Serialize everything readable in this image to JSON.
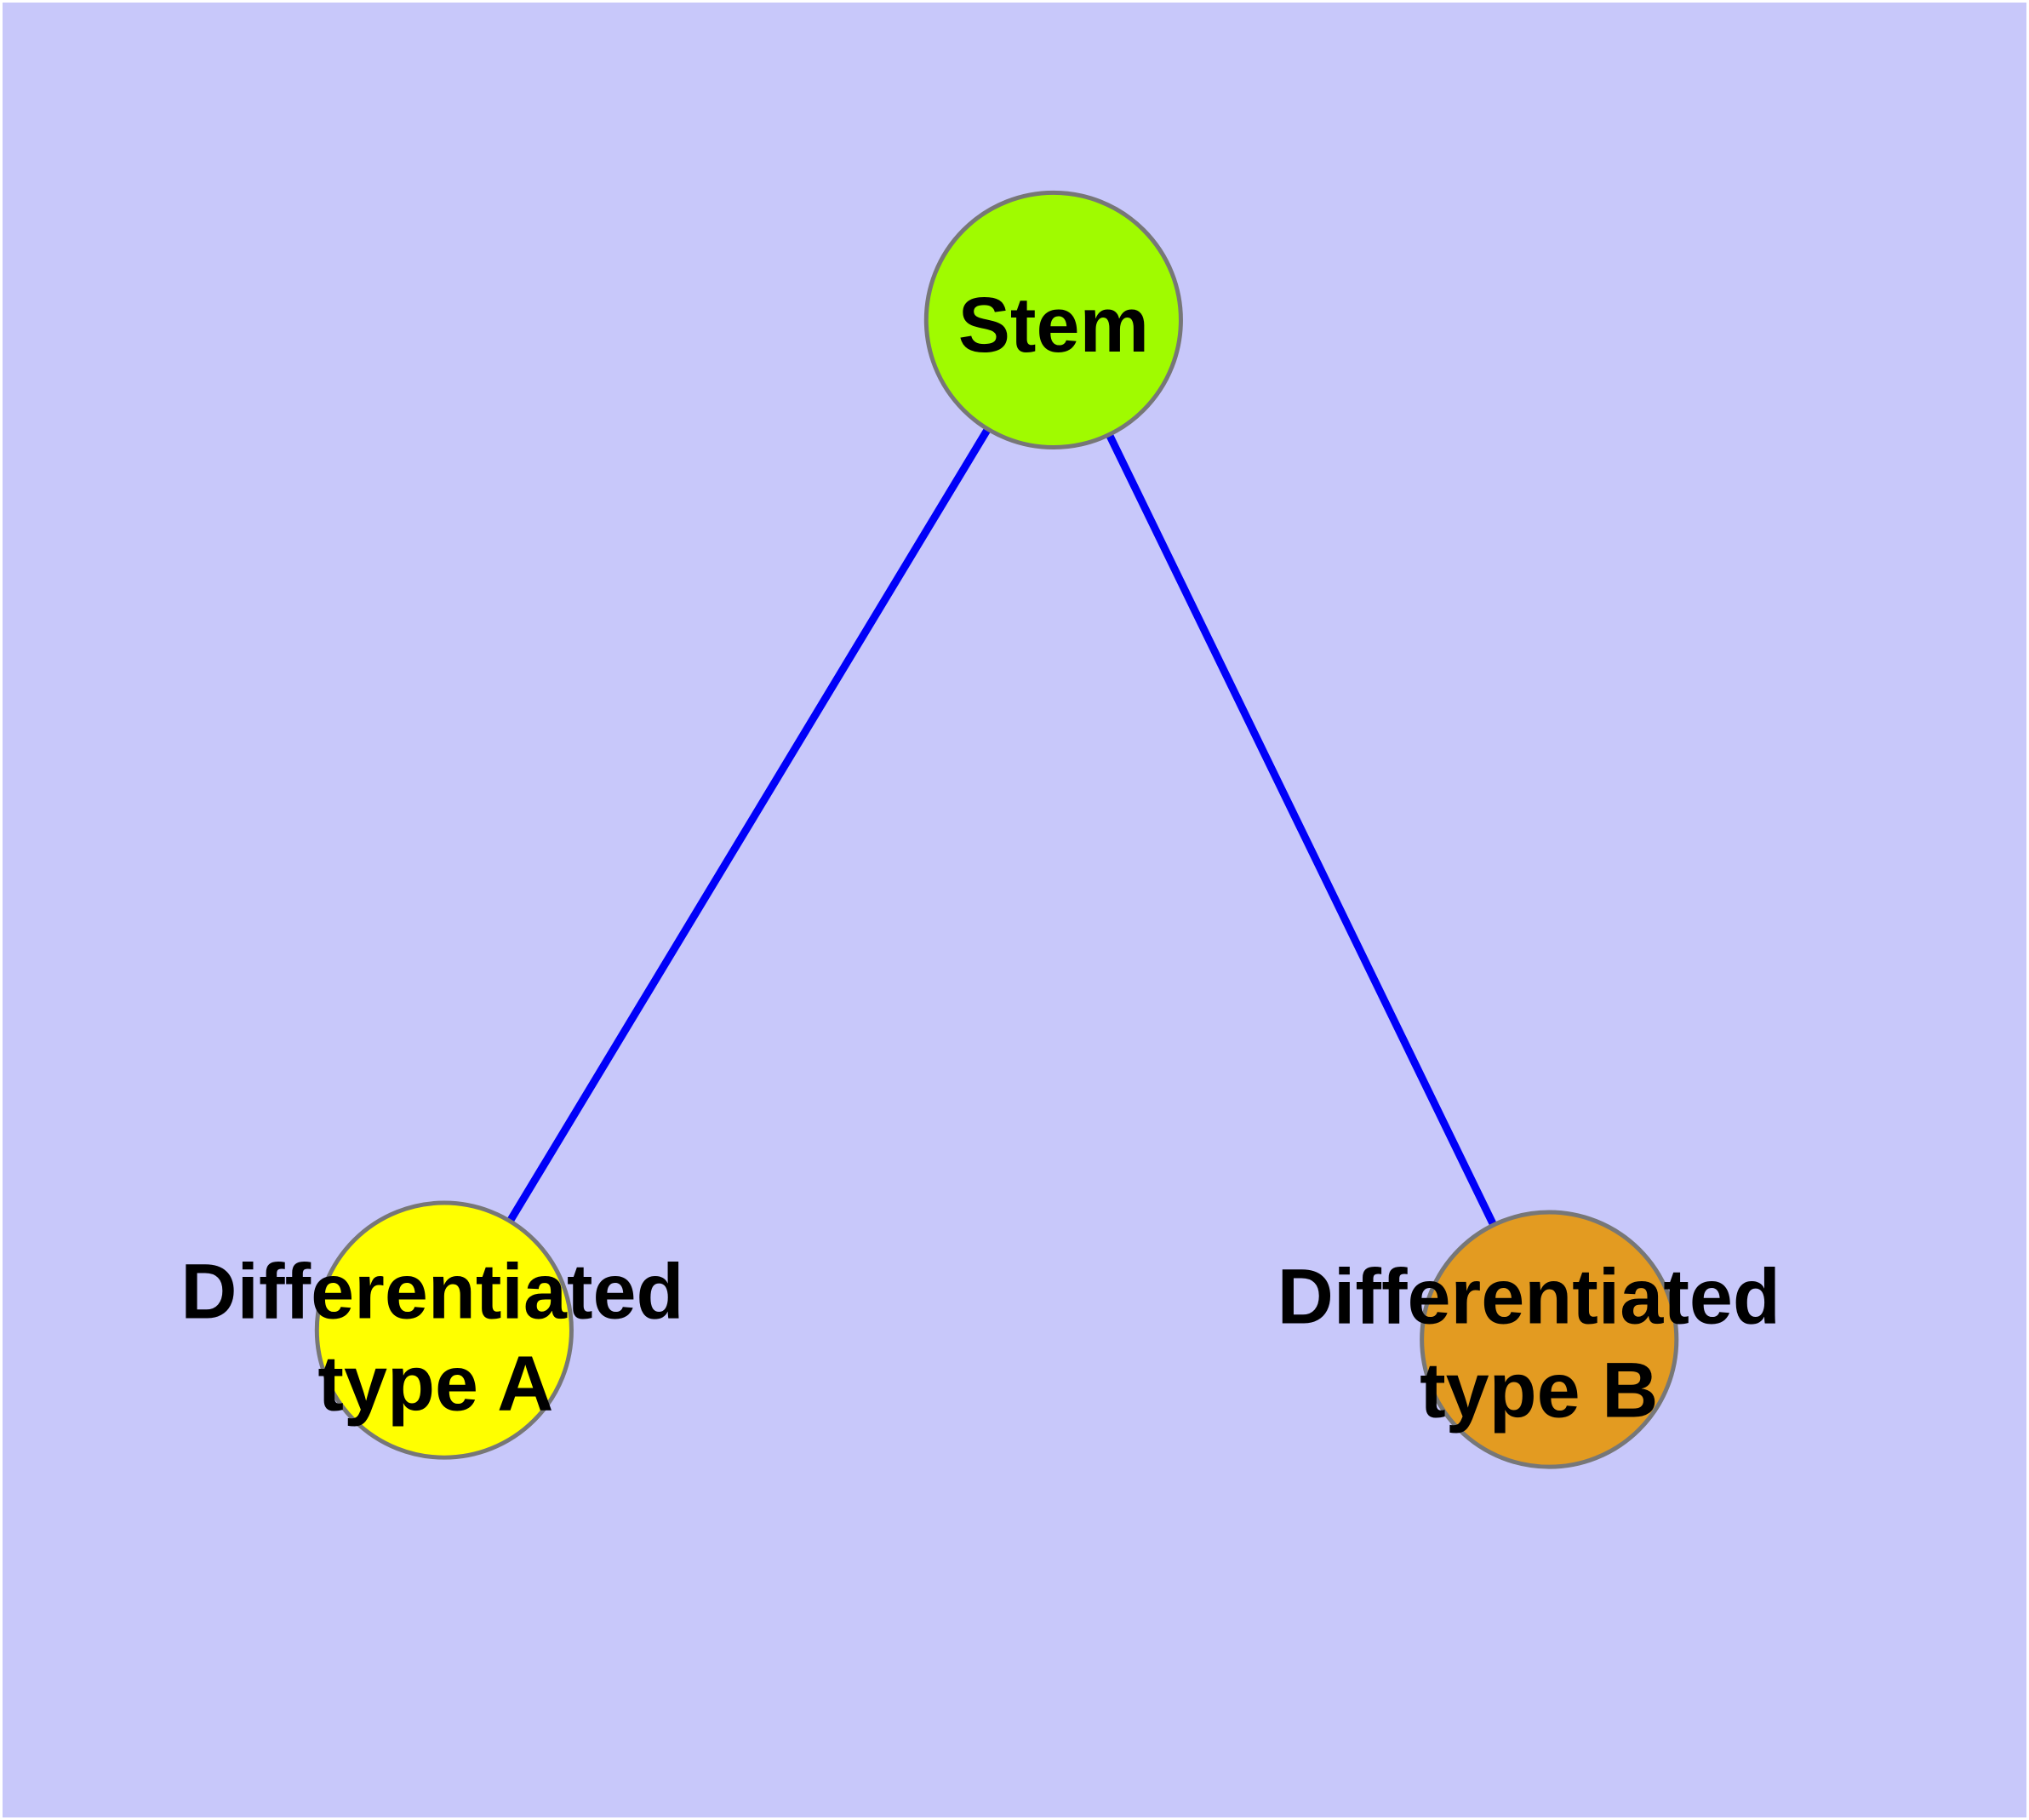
{
  "canvas": {
    "background_color": "#c8c8fa",
    "margin_color": "#ffffff"
  },
  "graph": {
    "type": "node-link-diagram",
    "edge_color": "#0000f8",
    "node_border_color": "#777777",
    "label_color": "#000000",
    "nodes": [
      {
        "id": "stem",
        "label": "Stem",
        "fill_color": "#a0fb00"
      },
      {
        "id": "differentiated-type-a",
        "label_line1": "Differentiated",
        "label_line2": "type A",
        "fill_color": "#ffff00"
      },
      {
        "id": "differentiated-type-b",
        "label_line1": "Differentiated",
        "label_line2": "type B",
        "fill_color": "#e39b21"
      }
    ],
    "edges": [
      {
        "from": "Stem",
        "to": "Differentiated type A"
      },
      {
        "from": "Stem",
        "to": "Differentiated type B"
      }
    ]
  }
}
